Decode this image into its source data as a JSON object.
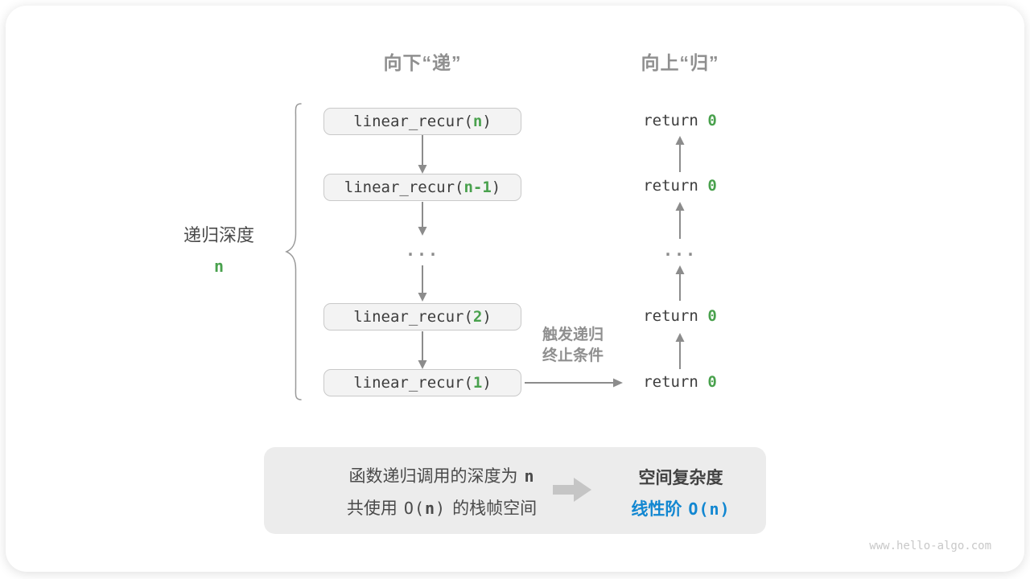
{
  "colors": {
    "accent_green": "#49a14d",
    "accent_blue": "#1287d1",
    "gray_label": "#8f8f8f",
    "code_text": "#3d3d3d",
    "box_bg": "#f3f3f3",
    "box_border": "#c9c9c9",
    "panel_bg": "#ececec",
    "arrow": "#8c8c8c"
  },
  "headers": {
    "down": "向下“递”",
    "up": "向上“归”"
  },
  "call_stack": {
    "boxes": [
      {
        "prefix": "linear_recur(",
        "arg": "n",
        "suffix": ")"
      },
      {
        "prefix": "linear_recur(",
        "arg": "n-1",
        "suffix": ")"
      },
      {
        "prefix": "linear_recur(",
        "arg": "2",
        "suffix": ")"
      },
      {
        "prefix": "linear_recur(",
        "arg": "1",
        "suffix": ")"
      }
    ],
    "ellipsis": "..."
  },
  "returns": {
    "items": [
      {
        "prefix": "return ",
        "value": "0"
      },
      {
        "prefix": "return ",
        "value": "0"
      },
      {
        "prefix": "return ",
        "value": "0"
      },
      {
        "prefix": "return ",
        "value": "0"
      }
    ],
    "ellipsis": "..."
  },
  "depth_label": {
    "text": "递归深度",
    "value": "n"
  },
  "termination_label": {
    "line1": "触发递归",
    "line2": "终止条件"
  },
  "summary": {
    "line1_text": "函数递归调用的深度为",
    "line1_value": "n",
    "line2_a": "共使用",
    "line2_b": "O(",
    "line2_c": "n",
    "line2_d": ")",
    "line2_e": "的栈帧空间",
    "result_title": "空间复杂度",
    "result_text": "线性阶",
    "result_big_o": "O(n)"
  },
  "watermark": "www.hello-algo.com"
}
